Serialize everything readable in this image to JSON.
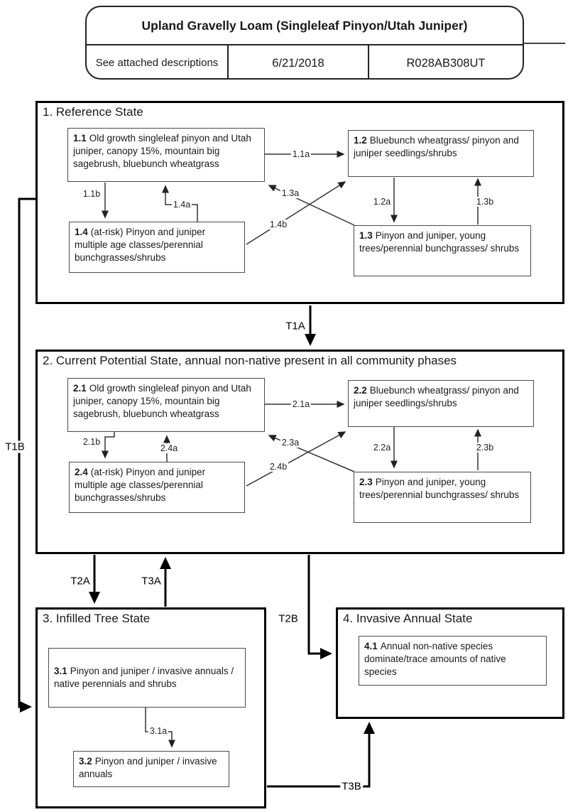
{
  "header": {
    "title": "Upland Gravelly Loam (Singleleaf Pinyon/Utah Juniper)",
    "note": "See attached descriptions",
    "date": "6/21/2018",
    "site_code": "R028AB308UT"
  },
  "states": {
    "s1": {
      "title": "1. Reference State",
      "p11": {
        "num": "1.1",
        "text": "Old growth singleleaf pinyon and Utah juniper, canopy 15%, mountain big sagebrush, bluebunch wheatgrass"
      },
      "p12": {
        "num": "1.2",
        "text": "Bluebunch wheatgrass/ pinyon and juniper seedlings/shrubs"
      },
      "p13": {
        "num": "1.3",
        "text": "Pinyon and juniper, young trees/perennial bunchgrasses/ shrubs"
      },
      "p14": {
        "num": "1.4",
        "text": "(at-risk) Pinyon and juniper multiple age classes/perennial bunchgrasses/shrubs"
      }
    },
    "s2": {
      "title": "2. Current Potential State, annual non-native present in all community phases",
      "p21": {
        "num": "2.1",
        "text": "Old growth singleleaf pinyon and Utah juniper, canopy 15%, mountain big sagebrush, bluebunch wheatgrass"
      },
      "p22": {
        "num": "2.2",
        "text": "Bluebunch wheatgrass/ pinyon and juniper seedlings/shrubs"
      },
      "p23": {
        "num": "2.3",
        "text": "Pinyon and juniper, young trees/perennial bunchgrasses/ shrubs"
      },
      "p24": {
        "num": "2.4",
        "text": "(at-risk) Pinyon and juniper multiple age classes/perennial bunchgrasses/shrubs"
      }
    },
    "s3": {
      "title": "3. Infilled Tree State",
      "p31": {
        "num": "3.1",
        "text": "Pinyon and juniper / invasive annuals / native perennials and shrubs"
      },
      "p32": {
        "num": "3.2",
        "text": "Pinyon and juniper / invasive annuals"
      }
    },
    "s4": {
      "title": "4. Invasive Annual State",
      "p41": {
        "num": "4.1",
        "text": "Annual non-native species dominate/trace amounts of native species"
      }
    }
  },
  "pathways": {
    "p11a": "1.1a",
    "p11b": "1.1b",
    "p12a": "1.2a",
    "p13a": "1.3a",
    "p13b": "1.3b",
    "p14a": "1.4a",
    "p14b": "1.4b",
    "p21a": "2.1a",
    "p21b": "2.1b",
    "p22a": "2.2a",
    "p23a": "2.3a",
    "p23b": "2.3b",
    "p24a": "2.4a",
    "p24b": "2.4b",
    "p31a": "3.1a"
  },
  "transitions": {
    "t1a": "T1A",
    "t1b": "T1B",
    "t2a": "T2A",
    "t2b": "T2B",
    "t3a": "T3A",
    "t3b": "T3B"
  },
  "colors": {
    "line": "#333333",
    "transition": "#000000",
    "border": "#000000"
  }
}
